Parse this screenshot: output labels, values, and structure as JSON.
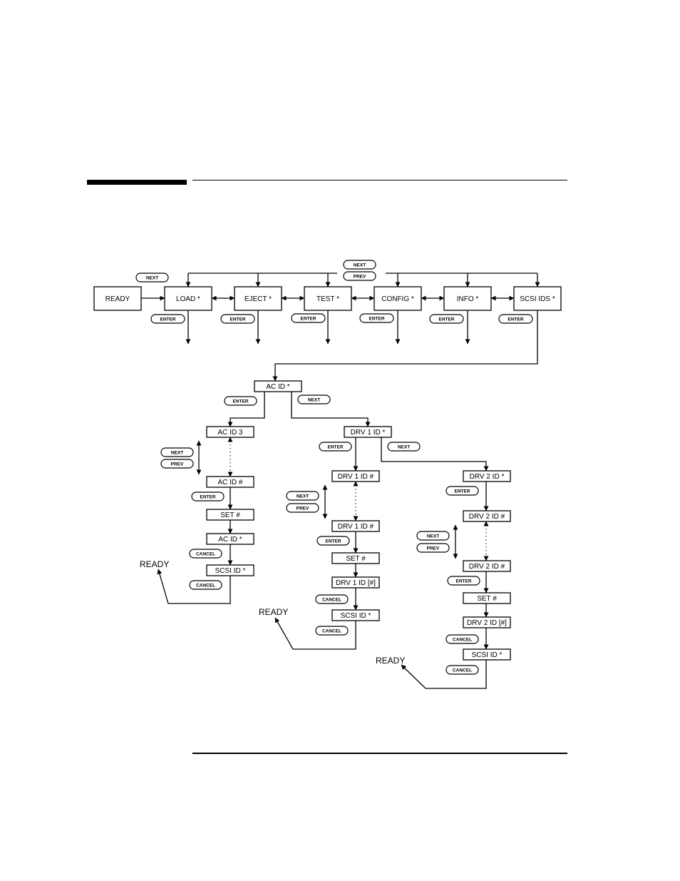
{
  "diagram": {
    "states": {
      "ready": "READY",
      "load": "LOAD *",
      "eject": "EJECT *",
      "test": "TEST *",
      "config": "CONFIG *",
      "info": "INFO *",
      "scsi_ids": "SCSI IDS *",
      "ac_id": "AC ID  *",
      "ac_id_3": "AC ID 3",
      "ac_id_num": "AC ID #",
      "ac_set": "SET #",
      "ac_id_star": "AC ID  *",
      "ac_scsi_id": "SCSI ID *",
      "drv1_id": "DRV 1 ID  *",
      "drv1_id_num": "DRV 1 ID #",
      "drv1_id_num2": "DRV 1 ID #",
      "drv1_set": "SET #",
      "drv1_id_bracket": "DRV 1 ID [#]",
      "drv1_scsi_id": "SCSI ID *",
      "drv2_id": "DRV 2 ID  *",
      "drv2_id_num": "DRV 2 ID #",
      "drv2_id_num2": "DRV 2 ID #",
      "drv2_set": "SET #",
      "drv2_id_bracket": "DRV 2 ID [#]",
      "drv2_scsi_id": "SCSI ID *"
    },
    "buttons": {
      "next": "NEXT",
      "prev": "PREV",
      "enter": "ENTER",
      "cancel": "CANCEL"
    },
    "exit_labels": {
      "ready": "READY"
    }
  }
}
